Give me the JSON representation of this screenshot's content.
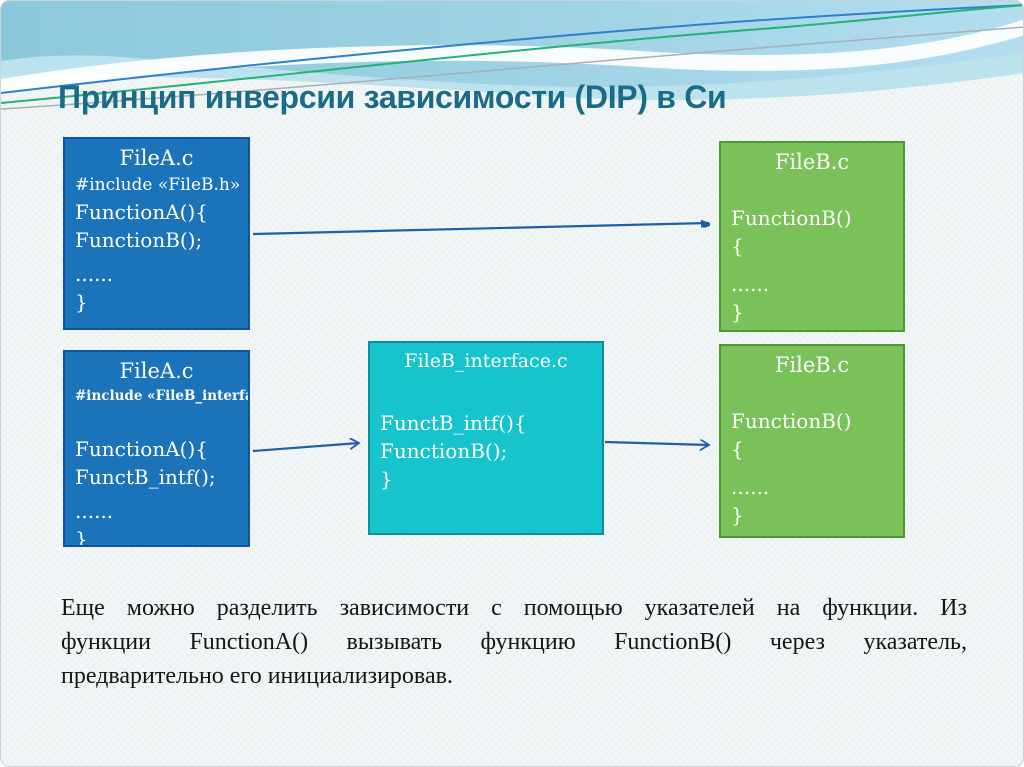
{
  "slide": {
    "title": "Принцип инверсии зависимости (DIP) в Си"
  },
  "boxes": {
    "a1": {
      "title": "FileA.c",
      "include": "#include «FileB.h»",
      "lines": [
        "FunctionA(){",
        "FunctionB();",
        "......",
        "}"
      ]
    },
    "b1": {
      "title": "FileB.c",
      "lines": [
        "",
        "FunctionB()",
        "{",
        "",
        "......",
        "}"
      ]
    },
    "a2": {
      "title": "FileA.c",
      "include": "#include «FileB_interface.h»",
      "lines": [
        "",
        "FunctionA(){",
        "FunctB_intf();",
        "......",
        "}"
      ]
    },
    "i1": {
      "title": "FileB_interface.c",
      "lines": [
        "",
        "FunctB_intf(){",
        "FunctionB();",
        "}"
      ]
    },
    "b2": {
      "title": "FileB.c",
      "lines": [
        "",
        "FunctionB()",
        "{",
        "",
        "......",
        "}"
      ]
    }
  },
  "paragraph": {
    "line1": "Еще можно разделить зависимости с помощью указателей на функции. Из",
    "line2": "функции FunctionA() вызывать функцию FunctionB() через указатель,",
    "line3": "предварительно его инициализировав."
  },
  "colors": {
    "title": "#1a6b88",
    "box_blue": "#1b73b9",
    "box_blue_border": "#0d55a4",
    "box_green": "#7ac159",
    "box_green_border": "#4f9a2f",
    "box_cyan": "#17c3cd",
    "box_cyan_border": "#0d8e9c",
    "arrow": "#1e5fa8",
    "band_blue": "#8cc8dc",
    "wave_green": "#24b276",
    "wave_blue": "#2f80cc",
    "wave_gray": "#a6b0b4"
  }
}
